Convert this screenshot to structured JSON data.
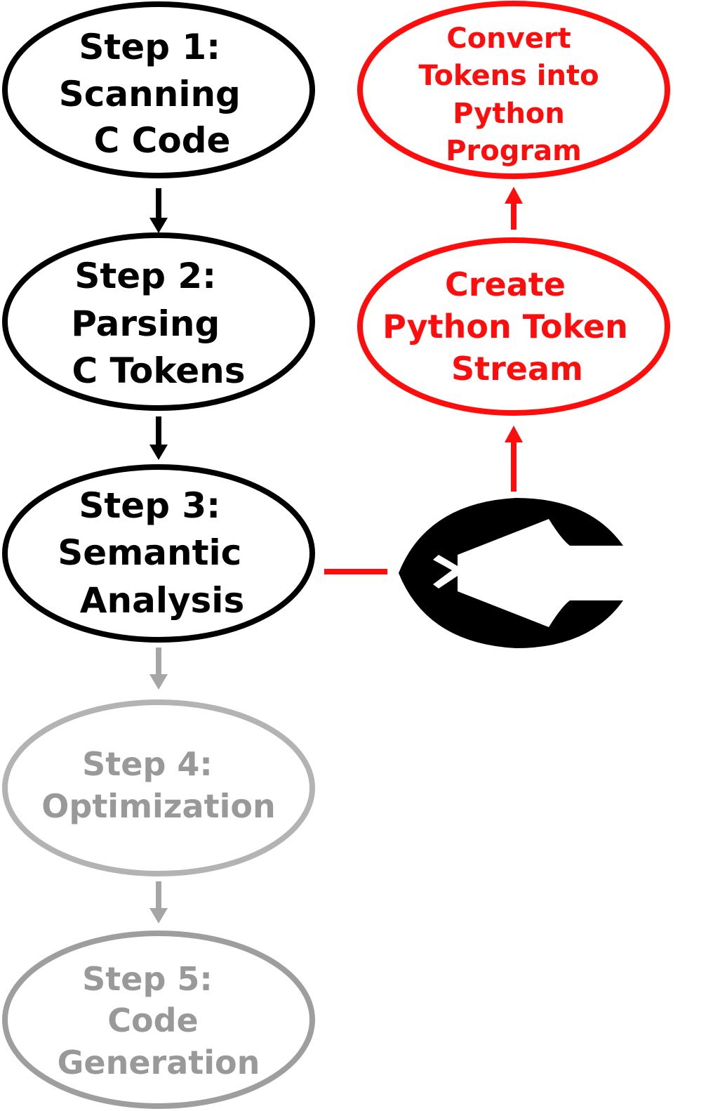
{
  "colors": {
    "main": "#000000",
    "accent": "#ff0d0d",
    "muted_light": "#b3b3b3",
    "muted_dark": "#9e9e9e",
    "muted_text": "#999999"
  },
  "nodes": {
    "step1": {
      "lines": [
        "Step 1:",
        "Scanning",
        "C Code"
      ]
    },
    "step2": {
      "lines": [
        "Step 2:",
        "Parsing",
        "C Tokens"
      ]
    },
    "step3": {
      "lines": [
        "Step 3:",
        "Semantic",
        "Analysis"
      ]
    },
    "step4": {
      "lines": [
        "Step 4:",
        "Optimization"
      ]
    },
    "step5": {
      "lines": [
        "Step 5:",
        "Code",
        "Generation"
      ]
    },
    "create": {
      "lines": [
        "Create",
        "Python Token",
        "Stream"
      ]
    },
    "convert": {
      "lines": [
        "Convert",
        "Tokens into",
        "Python",
        "Program"
      ]
    }
  },
  "logo": {
    "icon": "c-python-logo-icon"
  }
}
